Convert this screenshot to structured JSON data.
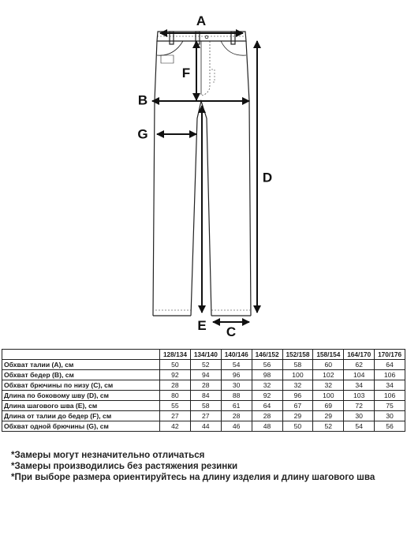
{
  "diagram": {
    "labels": {
      "a": "A",
      "b": "B",
      "c": "C",
      "d": "D",
      "e": "E",
      "f": "F",
      "g": "G"
    }
  },
  "table": {
    "sizes": [
      "128/134",
      "134/140",
      "140/146",
      "146/152",
      "152/158",
      "158/154",
      "164/170",
      "170/176"
    ],
    "rows": [
      {
        "label": "Обхват талии (А), см",
        "values": [
          "50",
          "52",
          "54",
          "56",
          "58",
          "60",
          "62",
          "64"
        ]
      },
      {
        "label": "Обхват бедер (В), см",
        "values": [
          "92",
          "94",
          "96",
          "98",
          "100",
          "102",
          "104",
          "106"
        ]
      },
      {
        "label": "Обхват брючины по низу (С), см",
        "values": [
          "28",
          "28",
          "30",
          "32",
          "32",
          "32",
          "34",
          "34"
        ]
      },
      {
        "label": "Длина по боковому шву (D), см",
        "values": [
          "80",
          "84",
          "88",
          "92",
          "96",
          "100",
          "103",
          "106"
        ]
      },
      {
        "label": "Длина шагового шва (Е), см",
        "values": [
          "55",
          "58",
          "61",
          "64",
          "67",
          "69",
          "72",
          "75"
        ]
      },
      {
        "label": "Длина от талии до бедер (F), см",
        "values": [
          "27",
          "27",
          "28",
          "28",
          "29",
          "29",
          "30",
          "30"
        ]
      },
      {
        "label": "Обхват одной брючины (G), см",
        "values": [
          "42",
          "44",
          "46",
          "48",
          "50",
          "52",
          "54",
          "56"
        ]
      }
    ]
  },
  "notes": [
    "*Замеры могут незначительно отличаться",
    "*Замеры производились без растяжения резинки",
    "*При выборе размера ориентируйтесь на длину изделия и длину шагового шва"
  ]
}
